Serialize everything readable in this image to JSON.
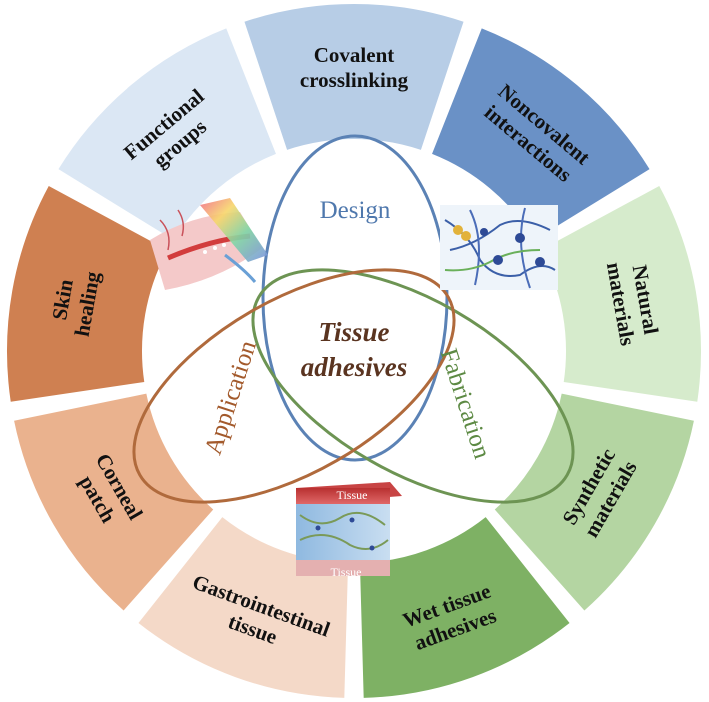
{
  "center": {
    "line1": "Tissue",
    "line2": "adhesives"
  },
  "lobes": {
    "design": "Design",
    "fabrication": "Fabrication",
    "application": "Application"
  },
  "segments": [
    {
      "id": "covalent",
      "lines": [
        "Covalent",
        "crosslinking"
      ],
      "color": "#b7cde6",
      "text_color": "#111111"
    },
    {
      "id": "noncovalent",
      "lines": [
        "Noncovalent",
        "interactions"
      ],
      "color": "#6a91c6",
      "text_color": "#111111"
    },
    {
      "id": "natural",
      "lines": [
        "Natural",
        "materials"
      ],
      "color": "#d6ebcc",
      "text_color": "#111111"
    },
    {
      "id": "synthetic",
      "lines": [
        "Synthetic",
        "materials"
      ],
      "color": "#b4d5a2",
      "text_color": "#111111"
    },
    {
      "id": "wet",
      "lines": [
        "Wet tissue",
        "adhesives"
      ],
      "color": "#7eb164",
      "text_color": "#111111"
    },
    {
      "id": "gastro",
      "lines": [
        "Gastrointestinal",
        "tissue"
      ],
      "color": "#f4d9c8",
      "text_color": "#111111"
    },
    {
      "id": "corneal",
      "lines": [
        "Corneal",
        "patch"
      ],
      "color": "#eab28e",
      "text_color": "#111111"
    },
    {
      "id": "skin",
      "lines": [
        "Skin",
        "healing"
      ],
      "color": "#cf8051",
      "text_color": "#111111"
    },
    {
      "id": "functional",
      "lines": [
        "Functional",
        "groups"
      ],
      "color": "#dbe7f4",
      "text_color": "#111111"
    }
  ],
  "illustration": {
    "tissue_top": "Tissue",
    "tissue_bottom": "Tissue"
  },
  "colors": {
    "design_lobe": "#5b82b5",
    "fabrication_lobe": "#6d9453",
    "application_lobe": "#b06a3c"
  }
}
